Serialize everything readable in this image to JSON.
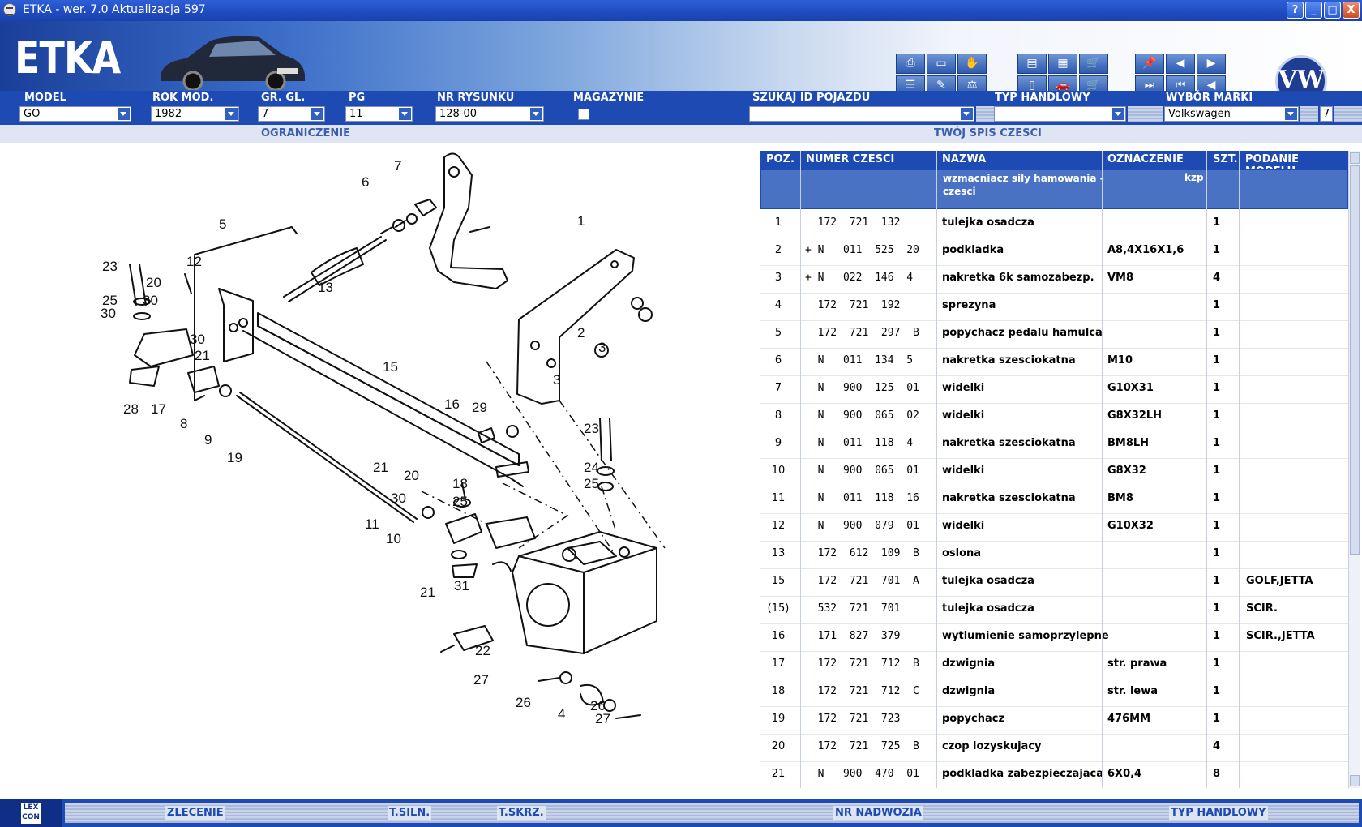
{
  "window": {
    "title": "ETKA - wer. 7.0 Aktualizacja 597",
    "controls": [
      "?",
      "_",
      "□",
      "X"
    ]
  },
  "banner": {
    "logo": "ETKA",
    "brand_logo": "VW"
  },
  "toolbar_icons": [
    "printer-icon",
    "monitor-icon",
    "handshake-icon",
    "list-icon",
    "pencil-icon",
    "scale-icon",
    "elsa-icon",
    "depot-icon",
    "cart-add-icon",
    "screen-icon",
    "car-icon",
    "cart-icon",
    "pin-icon",
    "page-back-icon",
    "page-forward-icon",
    "skip-end-icon",
    "first-icon",
    "prev-icon"
  ],
  "selectors": {
    "model": {
      "label": "MODEL",
      "value": "GO"
    },
    "year": {
      "label": "ROK MOD.",
      "value": "1982"
    },
    "main_group": {
      "label": "GR. GL.",
      "value": "7"
    },
    "pg": {
      "label": "PG",
      "value": "11"
    },
    "drawing": {
      "label": "NR RYSUNKU",
      "value": "128-00"
    },
    "warehouse": {
      "label": "MAGAZYNIE"
    },
    "vehicle_id": {
      "label": "SZUKAJ ID POJAZDU",
      "value": ""
    },
    "trade_type": {
      "label": "TYP HANDLOWY",
      "value": ""
    },
    "brand": {
      "label": "WYBÓR MARKI",
      "value": "Volkswagen"
    },
    "brand_code": "7"
  },
  "sections": {
    "left": "OGRANICZENIE",
    "right": "TWÓJ SPIS CZESCI"
  },
  "table": {
    "columns": [
      "POZ.",
      "NUMER CZESCI",
      "NAZWA",
      "OZNACZENIE",
      "SZT.",
      "PODANIE MODELU"
    ],
    "group": {
      "name": "wzmacniacz sily hamowania - czesci",
      "code": "kzp"
    },
    "rows": [
      {
        "poz": "1",
        "num": "  172  721  132",
        "name": "tulejka osadcza",
        "ozn": "",
        "szt": "1",
        "mod": ""
      },
      {
        "poz": "2",
        "num": "+ N   011  525  20",
        "name": "podkladka",
        "ozn": "A8,4X16X1,6",
        "szt": "1",
        "mod": ""
      },
      {
        "poz": "3",
        "num": "+ N   022  146  4",
        "name": "nakretka 6k samozabezp.",
        "ozn": "VM8",
        "szt": "4",
        "mod": ""
      },
      {
        "poz": "4",
        "num": "  172  721  192",
        "name": "sprezyna",
        "ozn": "",
        "szt": "1",
        "mod": ""
      },
      {
        "poz": "5",
        "num": "  172  721  297  B",
        "name": "popychacz pedalu hamulca",
        "ozn": "",
        "szt": "1",
        "mod": ""
      },
      {
        "poz": "6",
        "num": "  N   011  134  5",
        "name": "nakretka szesciokatna",
        "ozn": "M10",
        "szt": "1",
        "mod": ""
      },
      {
        "poz": "7",
        "num": "  N   900  125  01",
        "name": "widelki",
        "ozn": "G10X31",
        "szt": "1",
        "mod": ""
      },
      {
        "poz": "8",
        "num": "  N   900  065  02",
        "name": "widelki",
        "ozn": "G8X32LH",
        "szt": "1",
        "mod": ""
      },
      {
        "poz": "9",
        "num": "  N   011  118  4",
        "name": "nakretka szesciokatna",
        "ozn": "BM8LH",
        "szt": "1",
        "mod": ""
      },
      {
        "poz": "10",
        "num": "  N   900  065  01",
        "name": "widelki",
        "ozn": "G8X32",
        "szt": "1",
        "mod": ""
      },
      {
        "poz": "11",
        "num": "  N   011  118  16",
        "name": "nakretka szesciokatna",
        "ozn": "BM8",
        "szt": "1",
        "mod": ""
      },
      {
        "poz": "12",
        "num": "  N   900  079  01",
        "name": "widelki",
        "ozn": "G10X32",
        "szt": "1",
        "mod": ""
      },
      {
        "poz": "13",
        "num": "  172  612  109  B",
        "name": "oslona",
        "ozn": "",
        "szt": "1",
        "mod": ""
      },
      {
        "poz": "15",
        "num": "  172  721  701  A",
        "name": "tulejka osadcza",
        "ozn": "",
        "szt": "1",
        "mod": "GOLF,JETTA"
      },
      {
        "poz": "(15)",
        "num": "  532  721  701",
        "name": "tulejka osadcza",
        "ozn": "",
        "szt": "1",
        "mod": "SCIR."
      },
      {
        "poz": "16",
        "num": "  171  827  379",
        "name": "wytlumienie samoprzylepne",
        "ozn": "",
        "szt": "1",
        "mod": "SCIR.,JETTA"
      },
      {
        "poz": "17",
        "num": "  172  721  712  B",
        "name": "dzwignia",
        "ozn": "str. prawa",
        "szt": "1",
        "mod": ""
      },
      {
        "poz": "18",
        "num": "  172  721  712  C",
        "name": "dzwignia",
        "ozn": "str. lewa",
        "szt": "1",
        "mod": ""
      },
      {
        "poz": "19",
        "num": "  172  721  723",
        "name": "popychacz",
        "ozn": "476MM",
        "szt": "1",
        "mod": ""
      },
      {
        "poz": "20",
        "num": "  172  721  725  B",
        "name": "czop lozyskujacy",
        "ozn": "",
        "szt": "4",
        "mod": ""
      },
      {
        "poz": "21",
        "num": "  N   900  470  01",
        "name": "podkladka zabezpieczajaca",
        "ozn": "6X0,4",
        "szt": "8",
        "mod": ""
      }
    ]
  },
  "diagram": {
    "callouts": [
      "1",
      "2",
      "3",
      "3",
      "4",
      "5",
      "6",
      "7",
      "8",
      "9",
      "10",
      "11",
      "12",
      "13",
      "15",
      "16",
      "17",
      "18",
      "19",
      "20",
      "20",
      "21",
      "21",
      "21",
      "22",
      "23",
      "23",
      "24",
      "25",
      "25",
      "25",
      "26",
      "26",
      "27",
      "27",
      "28",
      "29",
      "30",
      "30",
      "30",
      "30",
      "31"
    ]
  },
  "bottom": {
    "brand": "LEX CON",
    "buttons": [
      "ZLECENIE",
      "T.SILN.",
      "T.SKRZ.",
      "NR NADWOZIA",
      "TYP HANDLOWY"
    ]
  }
}
